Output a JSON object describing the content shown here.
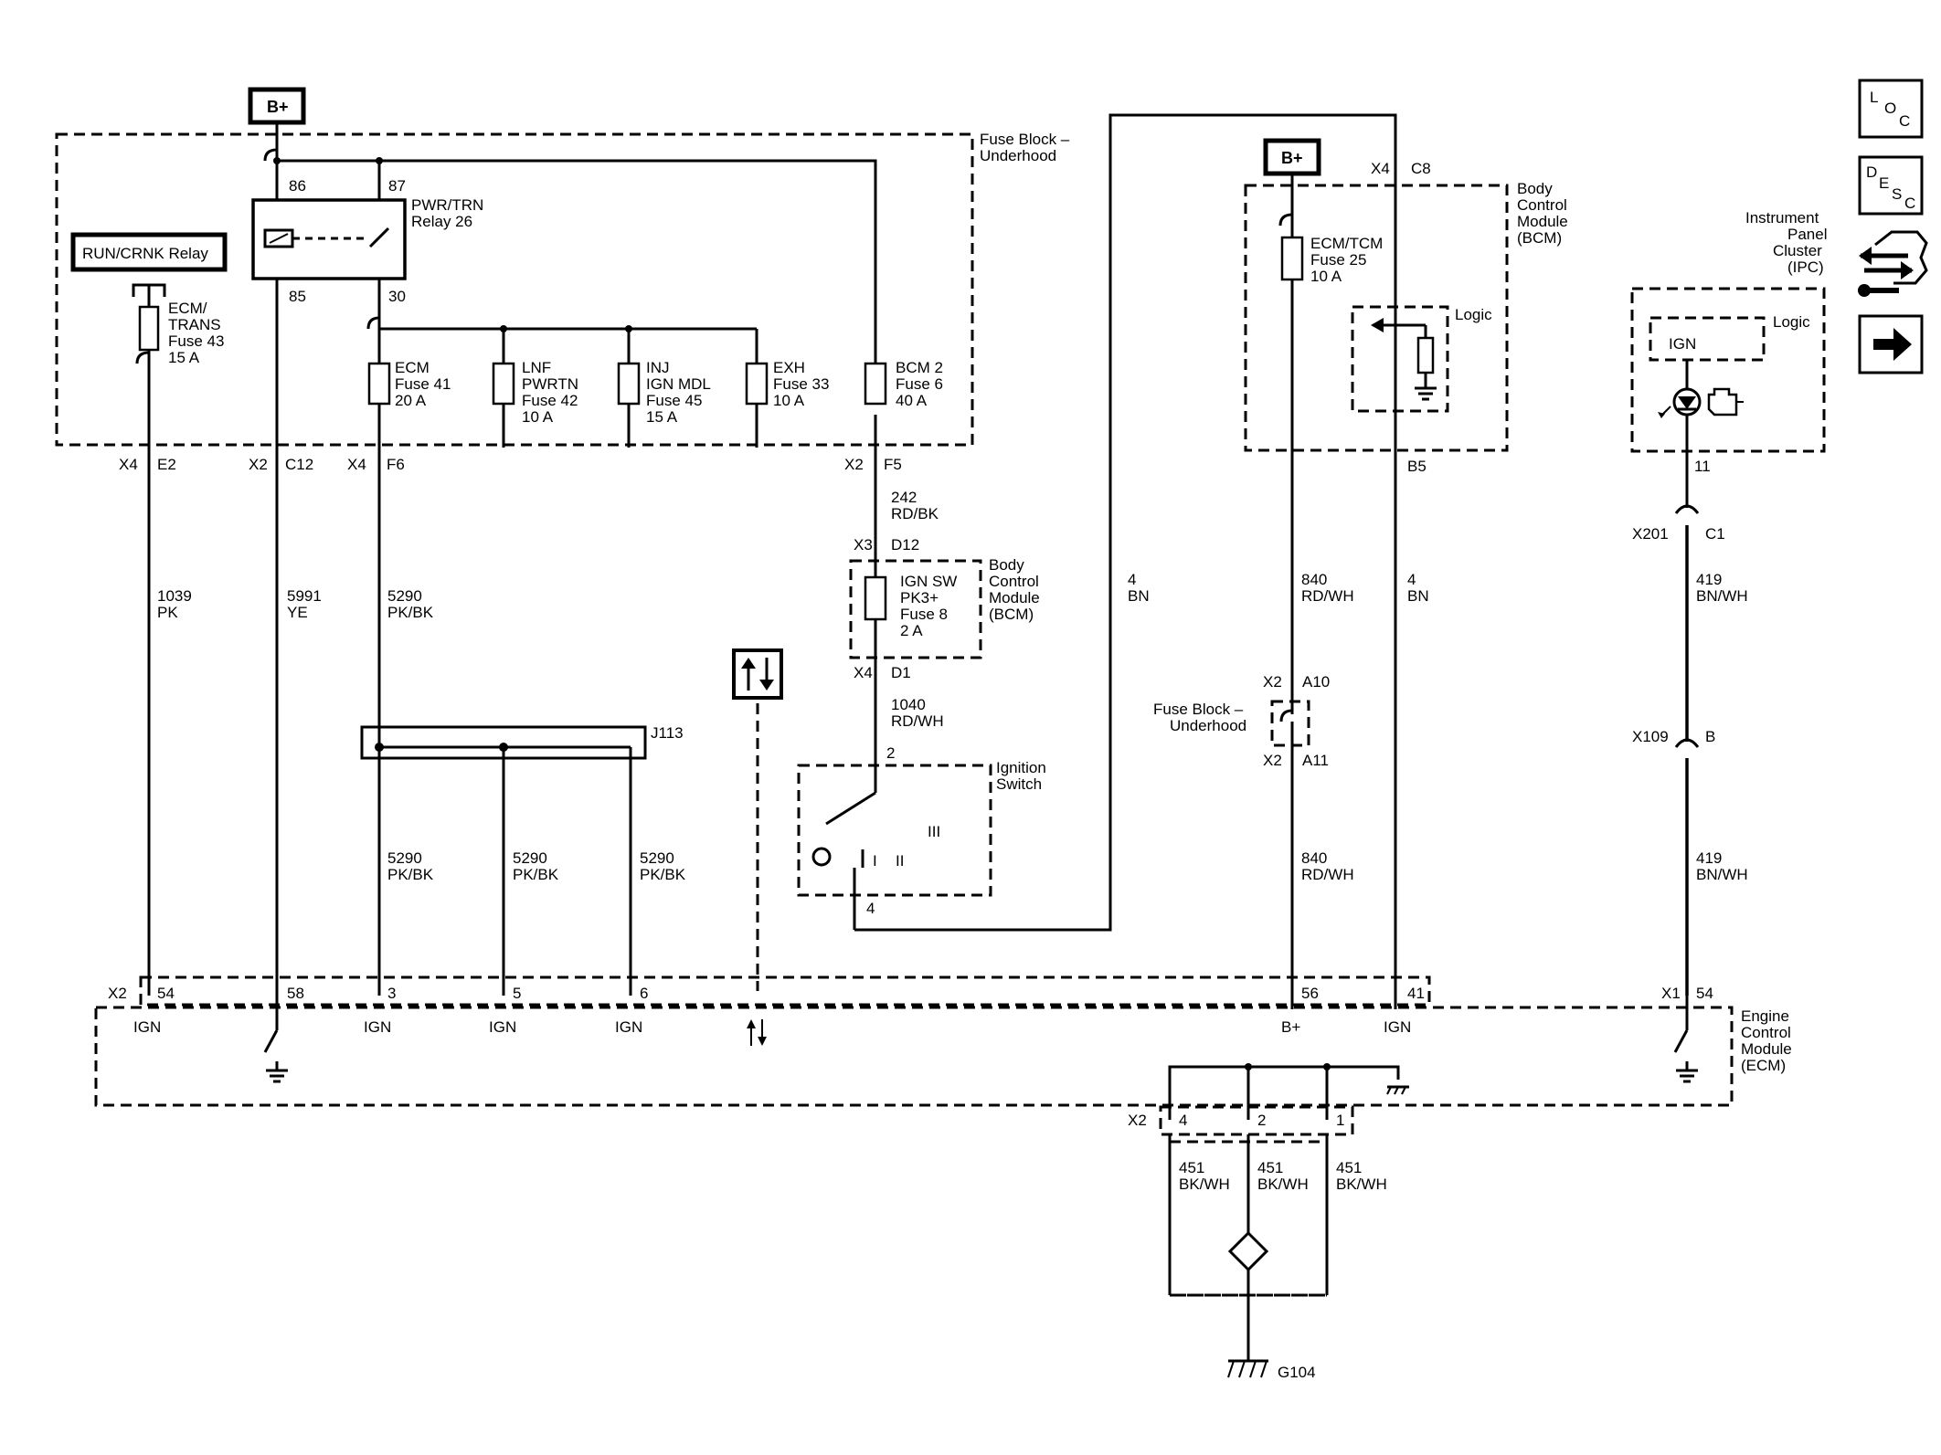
{
  "power": {
    "bplus": "B+"
  },
  "fuse_block": {
    "title_line1": "Fuse Block –",
    "title_line2": "Underhood"
  },
  "run_crnk_relay": {
    "label": "RUN/CRNK Relay"
  },
  "fuse43": {
    "l1": "ECM/",
    "l2": "TRANS",
    "l3": "Fuse 43",
    "l4": "15 A"
  },
  "relay26": {
    "l1": "PWR/TRN",
    "l2": "Relay 26",
    "pin86": "86",
    "pin87": "87",
    "pin85": "85",
    "pin30": "30"
  },
  "fuse41": {
    "l1": "ECM",
    "l2": "Fuse 41",
    "l3": "20 A"
  },
  "fuse42": {
    "l1": "LNF",
    "l2": "PWRTN",
    "l3": "Fuse 42",
    "l4": "10 A"
  },
  "fuse45": {
    "l1": "INJ",
    "l2": "IGN MDL",
    "l3": "Fuse 45",
    "l4": "15 A"
  },
  "fuse33": {
    "l1": "EXH",
    "l2": "Fuse 33",
    "l3": "10 A"
  },
  "fuse6": {
    "l1": "BCM 2",
    "l2": "Fuse 6",
    "l3": "40 A"
  },
  "fb_connectors": {
    "x4": "X4",
    "e2": "E2",
    "x2": "X2",
    "c12": "C12",
    "x4b": "X4",
    "f6": "F6",
    "x2b": "X2",
    "f5": "F5"
  },
  "wires": {
    "w1039": "1039",
    "w1039c": "PK",
    "w5991": "5991",
    "w5991c": "YE",
    "w5290": "5290",
    "w5290c": "PK/BK",
    "w5290a": "5290",
    "w5290ac": "PK/BK",
    "w5290b": "5290",
    "w5290bc": "PK/BK",
    "w5290d": "5290",
    "w5290dc": "PK/BK",
    "w242": "242",
    "w242c": "RD/BK",
    "w1040": "1040",
    "w1040c": "RD/WH",
    "w4a": "4",
    "w4ac": "BN",
    "w840a": "840",
    "w840ac": "RD/WH",
    "w840b": "840",
    "w840bc": "RD/WH",
    "w4b": "4",
    "w4bc": "BN",
    "w419a": "419",
    "w419ac": "BN/WH",
    "w419b": "419",
    "w419bc": "BN/WH",
    "w451a": "451",
    "w451ac": "BK/WH",
    "w451b": "451",
    "w451bc": "BK/WH",
    "w451c": "451",
    "w451cc": "BK/WH"
  },
  "bcm_fuse8": {
    "x3": "X3",
    "d12": "D12",
    "l1": "IGN SW",
    "l2": "PK3+",
    "l3": "Fuse 8",
    "l4": "2 A",
    "x4": "X4",
    "d1": "D1",
    "title1": "Body",
    "title2": "Control",
    "title3": "Module",
    "title4": "(BCM)"
  },
  "splice": {
    "label": "J113"
  },
  "ignition_switch": {
    "t1": "Ignition",
    "t2": "Switch",
    "pin2": "2",
    "pin4": "4",
    "pos1": "I",
    "pos2": "II",
    "pos3": "III"
  },
  "bcm_right": {
    "x4": "X4",
    "c8": "C8",
    "fuse_l1": "ECM/TCM",
    "fuse_l2": "Fuse 25",
    "fuse_l3": "10 A",
    "logic": "Logic",
    "b5": "B5",
    "title1": "Body",
    "title2": "Control",
    "title3": "Module",
    "title4": "(BCM)"
  },
  "fb_jumper": {
    "t1": "Fuse Block –",
    "t2": "Underhood",
    "x2a": "X2",
    "a10": "A10",
    "x2b": "X2",
    "a11": "A11"
  },
  "ipc": {
    "t1": "Instrument",
    "t2": "Panel",
    "t3": "Cluster",
    "t4": "(IPC)",
    "logic": "Logic",
    "ign": "IGN",
    "pin11": "11"
  },
  "inline_conn": {
    "x201": "X201",
    "c1": "C1",
    "x109": "X109",
    "b": "B"
  },
  "ecm": {
    "t1": "Engine",
    "t2": "Control",
    "t3": "Module",
    "t4": "(ECM)",
    "x2": "X2",
    "p54": "54",
    "p58": "58",
    "p3": "3",
    "p5": "5",
    "p6": "6",
    "p56": "56",
    "p41": "41",
    "x1": "X1",
    "p54b": "54",
    "ign1": "IGN",
    "ign3": "IGN",
    "ign5": "IGN",
    "ign6": "IGN",
    "bplus": "B+",
    "ign41": "IGN",
    "x2g": "X2",
    "g4": "4",
    "g2": "2",
    "g1": "1"
  },
  "ground": {
    "g104": "G104"
  },
  "nav": {
    "loc_l": "L",
    "loc_o": "O",
    "loc_c": "C",
    "desc_d": "D",
    "desc_e": "E",
    "desc_s": "S",
    "desc_c": "C"
  }
}
